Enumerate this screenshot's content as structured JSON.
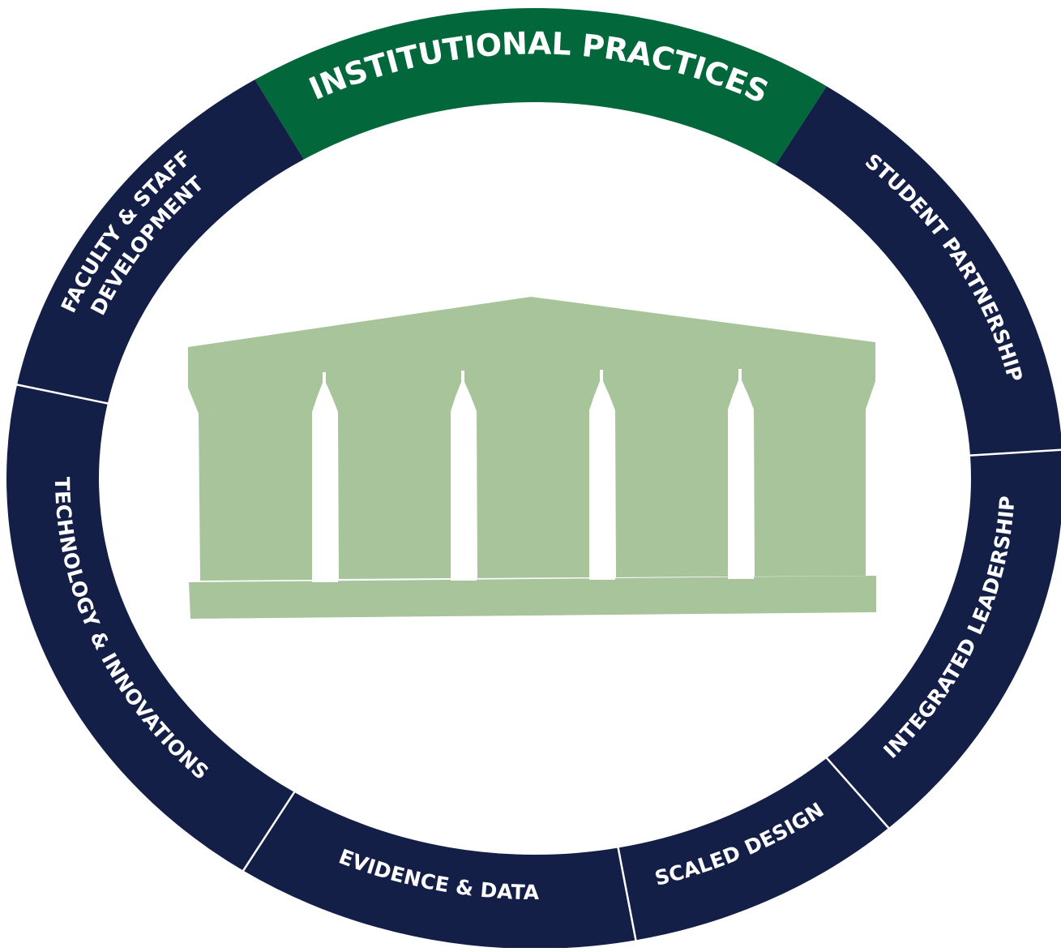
{
  "colors": {
    "ring": "#141f47",
    "highlight": "#02673a",
    "building": "#a8c49a",
    "divider": "#ffffff",
    "text": "#ffffff"
  },
  "segments": [
    {
      "id": "institutional-practices",
      "lines": [
        "INSTITUTIONAL PRACTICES"
      ],
      "highlighted": true
    },
    {
      "id": "student-partnership",
      "lines": [
        "STUDENT PARTNERSHIP"
      ],
      "highlighted": false
    },
    {
      "id": "integrated-leadership",
      "lines": [
        "INTEGRATED LEADERSHIP"
      ],
      "highlighted": false
    },
    {
      "id": "scaled-design",
      "lines": [
        "SCALED DESIGN"
      ],
      "highlighted": false
    },
    {
      "id": "evidence-data",
      "lines": [
        "EVIDENCE & DATA"
      ],
      "highlighted": false
    },
    {
      "id": "technology-innovations",
      "lines": [
        "TECHNOLOGY & INNOVATIONS"
      ],
      "highlighted": false
    },
    {
      "id": "faculty-staff-development",
      "lines": [
        "FACULTY & STAFF",
        "DEVELOPMENT"
      ],
      "highlighted": false
    }
  ],
  "center_icon": "classical-building-icon"
}
